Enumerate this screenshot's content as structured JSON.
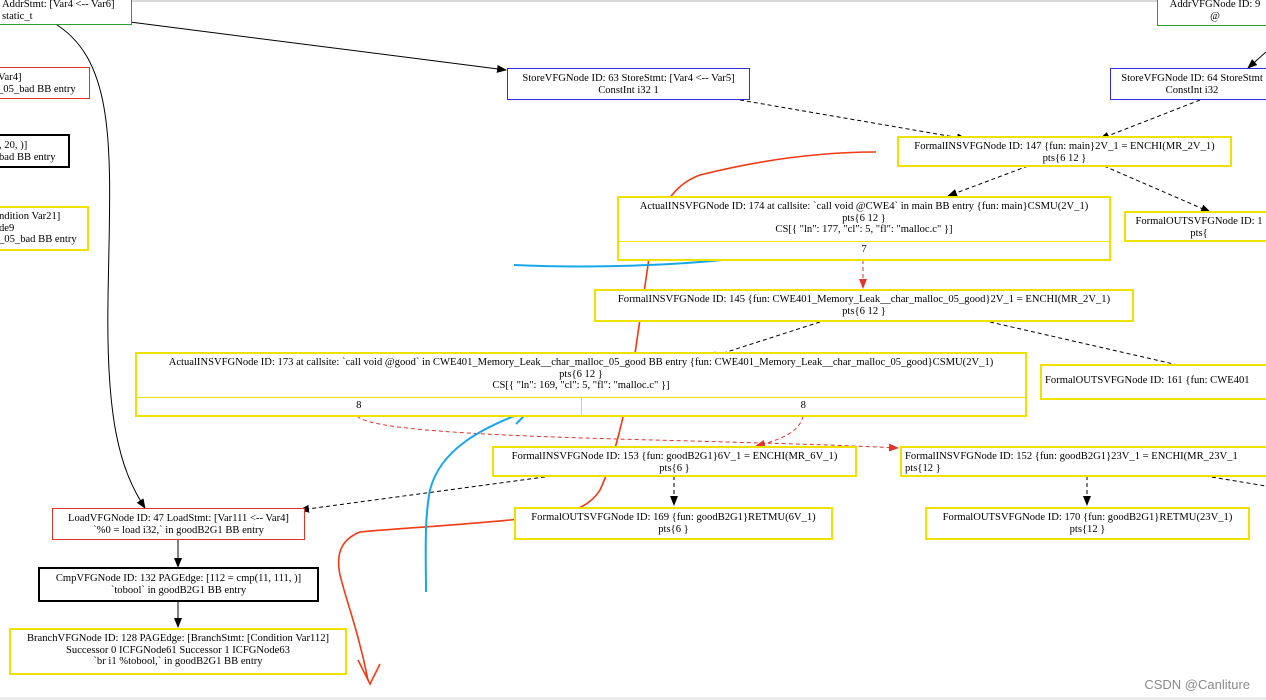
{
  "nodes": {
    "addr_stmt_left": {
      "lines": [
        "AddrStmt: [Var4 <-- Var6]",
        "static_t"
      ]
    },
    "addr_vfg_right": {
      "lines": [
        "AddrVFGNode ID: 9",
        "@"
      ]
    },
    "store_63": {
      "lines": [
        "StoreVFGNode ID: 63 StoreStmt: [Var4 <-- Var5]",
        "ConstInt i32 1"
      ]
    },
    "store_64": {
      "lines": [
        "StoreVFGNode ID: 64 StoreStmt",
        "ConstInt i32"
      ]
    },
    "left_red_partial": {
      "lines": [
        "Var4]",
        "_05_bad BB entry"
      ]
    },
    "left_black_partial": {
      "lines": [
        ", 20, )]",
        "bad BB entry"
      ]
    },
    "left_yellow_partial": {
      "lines": [
        "ndition Var21]",
        "de9",
        "_05_bad BB entry"
      ]
    },
    "formal_in_147": {
      "lines": [
        "FormalINSVFGNode ID: 147 {fun: main}2V_1 = ENCHI(MR_2V_1)",
        "pts{6 12 }"
      ]
    },
    "actual_in_174": {
      "lines": [
        "ActualINSVFGNode ID: 174 at callsite: `call void @CWE4` in main BB entry {fun: main}CSMU(2V_1)",
        "pts{6 12 }",
        "CS[{ \"ln\": 177, \"cl\": 5, \"fl\": \"malloc.c\" }]"
      ],
      "ports": [
        "7"
      ]
    },
    "formal_out_right_top": {
      "lines": [
        "FormalOUTSVFGNode ID: 1",
        "pts{"
      ]
    },
    "formal_in_145": {
      "lines": [
        "FormalINSVFGNode ID: 145 {fun: CWE401_Memory_Leak__char_malloc_05_good}2V_1 = ENCHI(MR_2V_1)",
        "pts{6 12 }"
      ]
    },
    "actual_in_173": {
      "lines": [
        "ActualINSVFGNode ID: 173 at callsite: `call void @good` in CWE401_Memory_Leak__char_malloc_05_good BB entry {fun: CWE401_Memory_Leak__char_malloc_05_good}CSMU(2V_1)",
        "pts{6 12 }",
        "CS[{ \"ln\": 169, \"cl\": 5, \"fl\": \"malloc.c\" }]"
      ],
      "ports": [
        "8",
        "8"
      ]
    },
    "formal_out_161": {
      "lines": [
        "FormalOUTSVFGNode ID: 161 {fun: CWE401"
      ]
    },
    "formal_in_153": {
      "lines": [
        "FormalINSVFGNode ID: 153 {fun: goodB2G1}6V_1 = ENCHI(MR_6V_1)",
        "pts{6 }"
      ]
    },
    "formal_in_152": {
      "lines": [
        "FormalINSVFGNode ID: 152 {fun: goodB2G1}23V_1 = ENCHI(MR_23V_1",
        "pts{12 }"
      ]
    },
    "load_47": {
      "lines": [
        "LoadVFGNode ID: 47 LoadStmt: [Var111 <-- Var4]",
        "`%0 = load i32,` in goodB2G1 BB entry"
      ]
    },
    "formal_out_169": {
      "lines": [
        "FormalOUTSVFGNode ID: 169 {fun: goodB2G1}RETMU(6V_1)",
        "pts{6 }"
      ]
    },
    "formal_out_170": {
      "lines": [
        "FormalOUTSVFGNode ID: 170 {fun: goodB2G1}RETMU(23V_1)",
        "pts{12 }"
      ]
    },
    "cmp_132": {
      "lines": [
        "CmpVFGNode ID: 132 PAGEdge: [112 = cmp(11, 111, )]",
        "`tobool` in goodB2G1 BB entry"
      ]
    },
    "branch_128": {
      "lines": [
        "BranchVFGNode ID: 128 PAGEdge: [BranchStmt: [Condition Var112]",
        "Successor 0 ICFGNode61 Successor 1 ICFGNode63",
        "`br i1 %tobool,` in goodB2G1 BB entry"
      ]
    }
  },
  "colors": {
    "green": "#2e9b2e",
    "red": "#e0352b",
    "blue": "#2a2ee0",
    "yellow": "#f0e200",
    "black": "#000000",
    "red_edge": "#e0352b",
    "annot_red": "#f03a14",
    "annot_blue": "#1aa7e8"
  },
  "watermark": "CSDN @Canliture"
}
